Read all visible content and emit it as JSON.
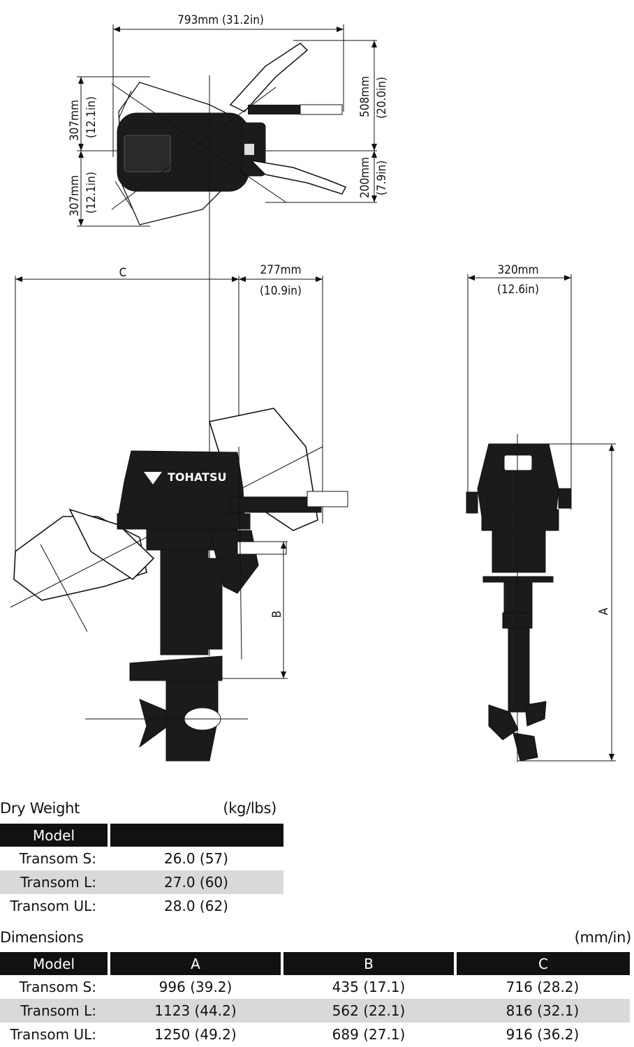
{
  "diagram": {
    "labels": {
      "top_width": "793mm (31.2in)",
      "right_upper_mm": "508mm",
      "right_upper_in": "(20.0in)",
      "right_lower_mm": "200mm",
      "right_lower_in": "(7.9in)",
      "left_upper_mm": "307mm",
      "left_upper_in": "(12.1in)",
      "left_lower_mm": "307mm",
      "left_lower_in": "(12.1in)",
      "c": "C",
      "tilt_mm": "277mm",
      "tilt_in": "(10.9in)",
      "width_mm": "320mm",
      "width_in": "(12.6in)",
      "a": "A",
      "b": "B",
      "brand": "TOHATSU"
    }
  },
  "dry_weight": {
    "title": "Dry Weight",
    "unit": "(kg/lbs)",
    "header": [
      "Model",
      ""
    ],
    "rows": [
      {
        "model": "Transom S:",
        "value": "26.0 (57)"
      },
      {
        "model": "Transom L:",
        "value": "27.0 (60)"
      },
      {
        "model": "Transom UL:",
        "value": "28.0 (62)"
      }
    ]
  },
  "dimensions": {
    "title": "Dimensions",
    "unit": "(mm/in)",
    "header": [
      "Model",
      "A",
      "B",
      "C"
    ],
    "rows": [
      {
        "model": "Transom S:",
        "a": "996 (39.2)",
        "b": "435 (17.1)",
        "c": "716 (28.2)"
      },
      {
        "model": "Transom L:",
        "a": "1123 (44.2)",
        "b": "562 (22.1)",
        "c": "816 (32.1)"
      },
      {
        "model": "Transom UL:",
        "a": "1250 (49.2)",
        "b": "689 (27.1)",
        "c": "916 (36.2)"
      }
    ]
  }
}
